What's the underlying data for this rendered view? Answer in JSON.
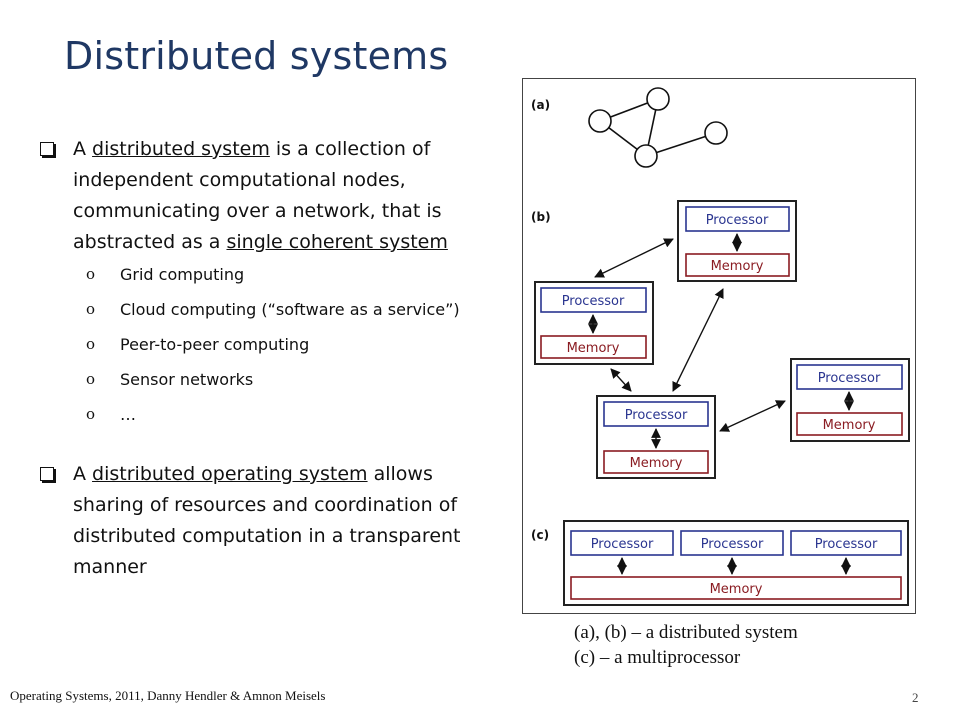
{
  "slide": {
    "title": "Distributed systems",
    "bullet1": {
      "pre": "A ",
      "term": "distributed system",
      "mid": " is a collection of independent computational nodes, communicating over a network, that is abstracted as a ",
      "term2": "single coherent system",
      "subitems": [
        {
          "marker": "o",
          "text": "Grid computing"
        },
        {
          "marker": "o",
          "text": "Cloud computing (“software as a service”)"
        },
        {
          "marker": "o",
          "text": "Peer-to-peer computing"
        },
        {
          "marker": "o",
          "text": "Sensor networks"
        },
        {
          "marker": "o",
          "text": "…"
        }
      ]
    },
    "bullet2": {
      "pre": "A ",
      "term": "distributed operating system",
      "post": " allows sharing of resources and coordination of distributed computation in a transparent manner"
    }
  },
  "figure": {
    "label_a": "(a)",
    "label_b": "(b)",
    "label_c": "(c)",
    "processor": "Processor",
    "memory": "Memory",
    "colors": {
      "processor": "#2a3590",
      "memory": "#8a1c22",
      "frame": "#444444"
    }
  },
  "caption": {
    "line1": "(a), (b) – a distributed system",
    "line2": "(c) – a multiprocessor"
  },
  "footer": {
    "text": "Operating Systems, 2011, Danny Hendler & Amnon Meisels",
    "page": "2"
  }
}
